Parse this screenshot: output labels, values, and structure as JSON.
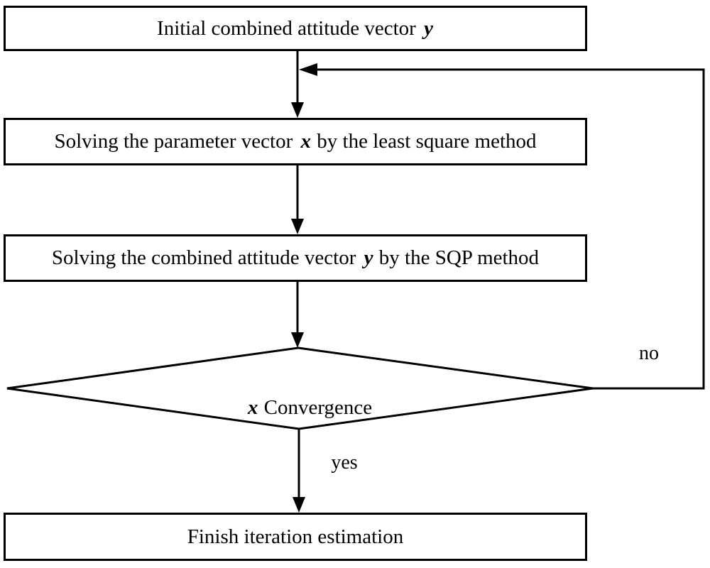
{
  "figure": {
    "type": "flowchart",
    "background_color": "#ffffff",
    "line_color": "#000000"
  },
  "nodes": {
    "initial": {
      "shape": "rectangle",
      "pre": "Initial combined attitude vector ",
      "var": "y",
      "post": ""
    },
    "least_squares": {
      "shape": "rectangle",
      "pre": "Solving the parameter vector ",
      "var": "x",
      "post": " by the least square method"
    },
    "sqp": {
      "shape": "rectangle",
      "pre": "Solving the combined attitude vector ",
      "var": "y",
      "post": " by the SQP method"
    },
    "decision": {
      "shape": "diamond",
      "pre": "",
      "var": "x",
      "post": " Convergence"
    },
    "finish": {
      "shape": "rectangle",
      "pre": "Finish iteration estimation",
      "var": "",
      "post": ""
    }
  },
  "edges": [
    {
      "from": "initial",
      "to": "least_squares",
      "label": ""
    },
    {
      "from": "least_squares",
      "to": "sqp",
      "label": ""
    },
    {
      "from": "sqp",
      "to": "decision",
      "label": ""
    },
    {
      "from": "decision",
      "to": "least_squares",
      "label": "no"
    },
    {
      "from": "decision",
      "to": "finish",
      "label": "yes"
    }
  ]
}
